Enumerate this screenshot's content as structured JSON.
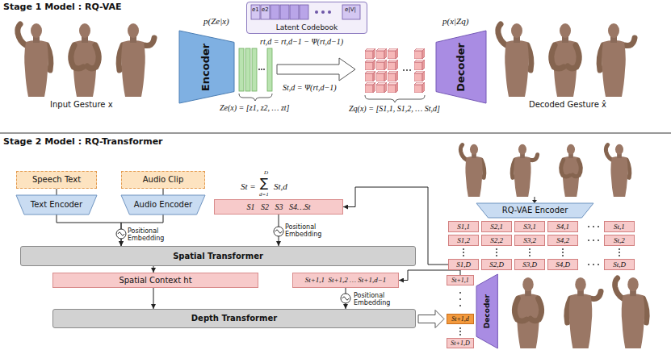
{
  "diagram": {
    "nodes": [
      {
        "text": [
          "Encoder"
        ]
      },
      {
        "text": [
          "Latent Codebook"
        ]
      },
      {
        "text": [
          "Decoder"
        ]
      },
      {
        "text": [
          "Speech Text"
        ]
      },
      {
        "text": [
          "Audio Clip"
        ]
      },
      {
        "text": [
          "Text Encoder"
        ]
      },
      {
        "text": [
          "Audio Encoder"
        ]
      },
      {
        "text": [
          "S1   S2   S3   S4…St"
        ]
      },
      {
        "text": [
          "Spatial Transformer"
        ]
      },
      {
        "text": [
          "Spatial Context ht"
        ]
      },
      {
        "text": [
          "St+1,1  St+1,2 … St+1,d−1"
        ]
      },
      {
        "text": [
          "Depth Transformer"
        ]
      },
      {
        "text": [
          "RQ-VAE Encoder"
        ]
      },
      {
        "text": [
          "S1,1"
        ]
      },
      {
        "text": [
          "S2,1"
        ]
      },
      {
        "text": [
          "S3,1"
        ]
      },
      {
        "text": [
          "S4,1"
        ]
      },
      {
        "text": [
          "St,1"
        ]
      },
      {
        "text": [
          "S1,2"
        ]
      },
      {
        "text": [
          "S2,2"
        ]
      },
      {
        "text": [
          "S3,2"
        ]
      },
      {
        "text": [
          "S4,2"
        ]
      },
      {
        "text": [
          "St,2"
        ]
      },
      {
        "text": [
          "S1,D"
        ]
      },
      {
        "text": [
          "S2,D"
        ]
      },
      {
        "text": [
          "S3,D"
        ]
      },
      {
        "text": [
          "S4,D"
        ]
      },
      {
        "text": [
          "St,D"
        ]
      },
      {
        "text": [
          "St+1,1"
        ]
      },
      {
        "text": [
          "St+1,d"
        ]
      },
      {
        "text": [
          "St+1,D"
        ]
      },
      {
        "text": [
          "Decoder"
        ]
      }
    ],
    "edges": [
      {
        "from": 3,
        "to": 5,
        "arrow": "none"
      },
      {
        "from": 4,
        "to": 6,
        "arrow": "none"
      },
      {
        "from": 5,
        "to": 8,
        "arrow": "to"
      },
      {
        "from": 6,
        "to": 8,
        "arrow": "to"
      },
      {
        "from": 7,
        "to": 8,
        "arrow": "to"
      },
      {
        "from": 8,
        "to": 9,
        "arrow": "to"
      },
      {
        "from": 9,
        "to": 11,
        "arrow": "to"
      },
      {
        "from": 10,
        "to": 11,
        "arrow": "to"
      },
      {
        "from": 11,
        "to": 29,
        "arrow": "to"
      },
      {
        "from": 23,
        "to": 7,
        "arrow": "to"
      },
      {
        "from": 28,
        "to": 10,
        "arrow": "to"
      }
    ],
    "labels": [
      "Stage 1 Model : RQ-VAE",
      "Input Gesture x",
      "p(Ze|x)",
      "e1",
      "e2",
      "e|V|",
      "rt,d = rt,d−1 − Ψ(rt,d−1)",
      "St,d = Ψ(rt,d−1)",
      "Ze(x) = [z1, z2, … zt]",
      "Zq(x) = [S1,1, S1,2, … St,d]",
      "p(x|Zq)",
      "Decoded Gesture x̂",
      "Stage 2 Model : RQ-Transformer",
      "Positional Embedding",
      "Positional Embedding",
      "St =",
      "∑",
      "D",
      "d=1",
      "St,d",
      "Positional Embedding"
    ]
  }
}
